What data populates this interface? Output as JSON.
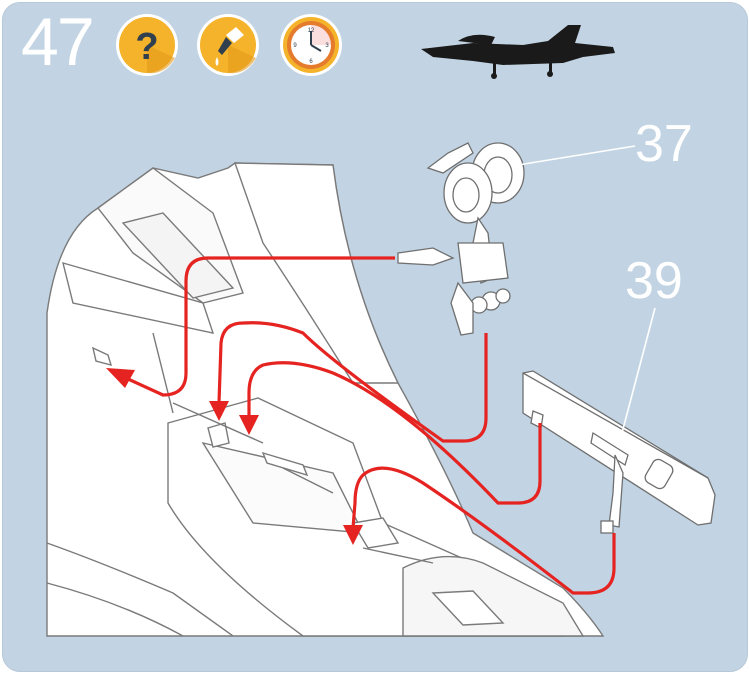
{
  "step": {
    "number": "47"
  },
  "icons": [
    "question-icon",
    "glue-icon",
    "clock-icon"
  ],
  "clock_numbers": [
    "12",
    "3",
    "6",
    "9"
  ],
  "parts": [
    {
      "id": "landing-gear",
      "number": "37"
    },
    {
      "id": "gear-door",
      "number": "39"
    }
  ],
  "colors": {
    "background": "#c2d4e3",
    "badge": "#f4b32a",
    "arrow": "#e52421",
    "leader": "#ffffff"
  }
}
